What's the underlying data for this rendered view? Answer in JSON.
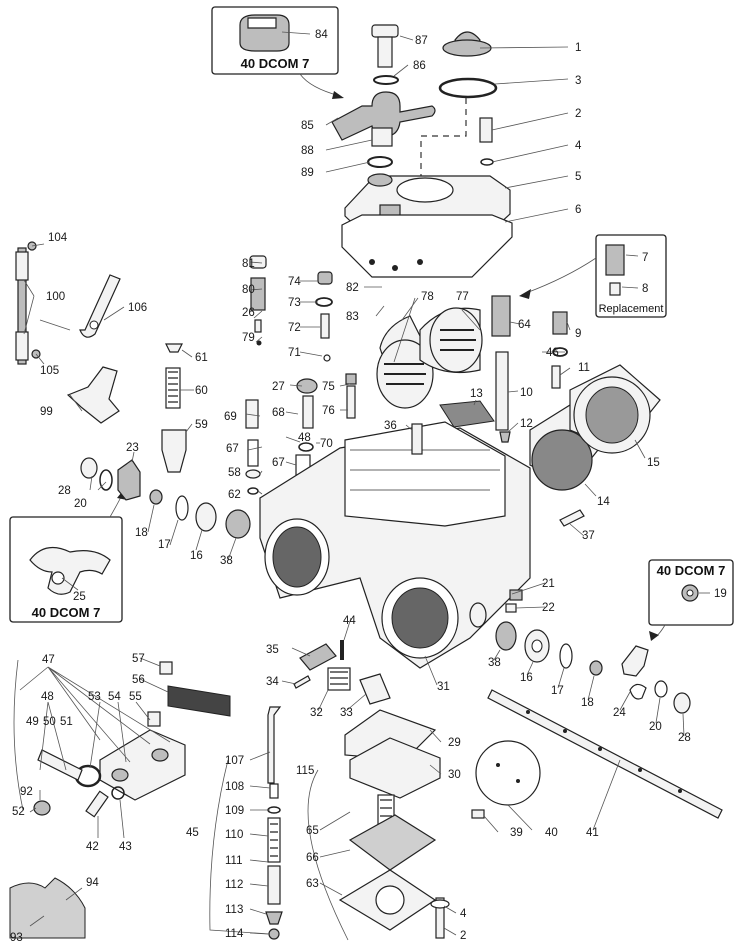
{
  "diagram": {
    "inset_labels": {
      "top": "40 DCOM 7",
      "left": "40 DCOM 7",
      "right": "40 DCOM 7",
      "replacement": "Replacement"
    },
    "part_numbers": {
      "p1": "1",
      "p2": "2",
      "p2b": "2",
      "p3": "3",
      "p4": "4",
      "p4b": "4",
      "p5": "5",
      "p6": "6",
      "p7": "7",
      "p8": "8",
      "p9": "9",
      "p10": "10",
      "p11": "11",
      "p12": "12",
      "p13": "13",
      "p14": "14",
      "p15": "15",
      "p16": "16",
      "p16b": "16",
      "p17": "17",
      "p17b": "17",
      "p18": "18",
      "p18b": "18",
      "p19": "19",
      "p20": "20",
      "p20b": "20",
      "p21": "21",
      "p22": "22",
      "p23": "23",
      "p24": "24",
      "p25": "25",
      "p26": "26",
      "p27": "27",
      "p28": "28",
      "p28b": "28",
      "p29": "29",
      "p30": "30",
      "p31": "31",
      "p32": "32",
      "p33": "33",
      "p34": "34",
      "p35": "35",
      "p36": "36",
      "p37": "37",
      "p38": "38",
      "p38b": "38",
      "p39": "39",
      "p40": "40",
      "p41": "41",
      "p42": "42",
      "p43": "43",
      "p44": "44",
      "p45": "45",
      "p46": "46",
      "p47": "47",
      "p48": "48",
      "p48b": "48",
      "p49": "49",
      "p50": "50",
      "p51": "51",
      "p52": "52",
      "p53": "53",
      "p54": "54",
      "p55": "55",
      "p56": "56",
      "p57": "57",
      "p58": "58",
      "p59": "59",
      "p60": "60",
      "p61": "61",
      "p62": "62",
      "p63": "63",
      "p64": "64",
      "p65": "65",
      "p66": "66",
      "p67": "67",
      "p67b": "67",
      "p68": "68",
      "p69": "69",
      "p70": "70",
      "p71": "71",
      "p72": "72",
      "p73": "73",
      "p74": "74",
      "p75": "75",
      "p76": "76",
      "p77": "77",
      "p78": "78",
      "p79": "79",
      "p80": "80",
      "p81": "81",
      "p82": "82",
      "p83": "83",
      "p84": "84",
      "p85": "85",
      "p86": "86",
      "p87": "87",
      "p88": "88",
      "p89": "89",
      "p92": "92",
      "p93": "93",
      "p94": "94",
      "p99": "99",
      "p100": "100",
      "p104": "104",
      "p105": "105",
      "p106": "106",
      "p107": "107",
      "p108": "108",
      "p109": "109",
      "p110": "110",
      "p111": "111",
      "p112": "112",
      "p113": "113",
      "p114": "114",
      "p115": "115"
    }
  }
}
